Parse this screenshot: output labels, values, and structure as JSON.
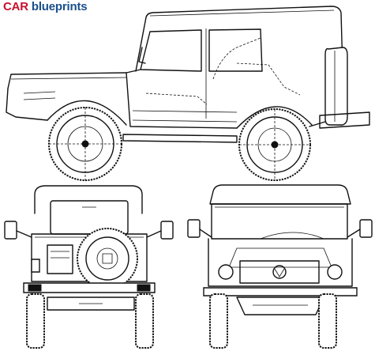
{
  "brand": {
    "car": "CAR",
    "blueprints": "blueprints"
  },
  "views": [
    "side-view",
    "rear-view",
    "front-view"
  ],
  "colors": {
    "car_text": "#c8102e",
    "blueprints_text": "#1a4f8b",
    "line": "#111111",
    "background": "#ffffff"
  }
}
